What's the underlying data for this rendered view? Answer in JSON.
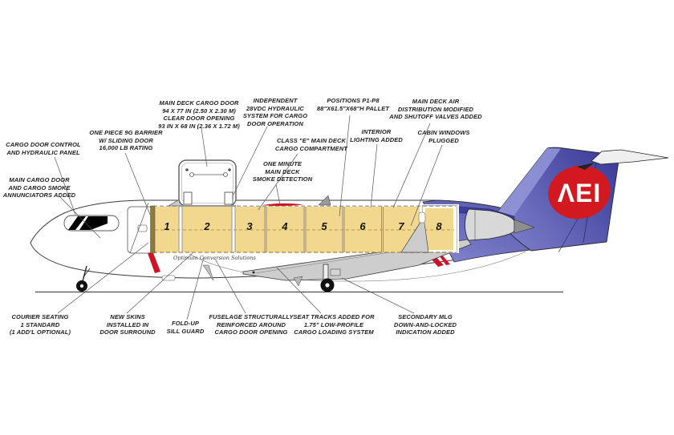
{
  "watermark": "Optimum Conversion Solutions",
  "logo": {
    "text": "ΛEI"
  },
  "positions": [
    "1",
    "2",
    "3",
    "4",
    "5",
    "6",
    "7",
    "8"
  ],
  "callouts": {
    "cargo_door_control": "CARGO DOOR CONTROL\nAND HYDRAULIC PANEL",
    "cargo_smoke_annunciators": "MAIN CARGO DOOR\nAND CARGO SMOKE\nANNUNCIATORS ADDED",
    "nine_g_barrier": "ONE PIECE 9G BARRIER\nW/ SLIDING DOOR\n16,000 LB RATING",
    "main_deck_cargo_door": "MAIN DECK CARGO DOOR\n94 X 77 IN (2.50 X 2.30 M)\nCLEAR DOOR OPENING\n93 IN X 68 IN (2.36 X 1.72 M)",
    "independent_hydraulic": "INDEPENDENT\n28VDC HYDRAULIC\nSYSTEM FOR CARGO\nDOOR OPERATION",
    "class_e_compartment": "CLASS \"E\" MAIN DECK\nCARGO COMPARTMENT",
    "one_minute_smoke": "ONE MINUTE\nMAIN DECK\nSMOKE DETECTION",
    "positions_pallet": "POSITIONS P1-P8\n88\"X61.5\"X68\"H PALLET",
    "interior_lighting": "INTERIOR\nLIGHTING ADDED",
    "air_distribution": "MAIN DECK AIR\nDISTRIBUTION MODIFIED\nAND SHUTOFF VALVES ADDED",
    "cabin_windows": "CABIN WINDOWS\nPLUGGED",
    "courier_seating": "COURIER SEATING\n1 STANDARD\n(1 ADD'L OPTIONAL)",
    "new_skins": "NEW SKINS\nINSTALLED IN\nDOOR SURROUND",
    "sill_guard": "FOLD-UP\nSILL GUARD",
    "fuselage_reinforced": "FUSELAGE STRUCTURALLY\nREINFORCED AROUND\nCARGO DOOR OPENING",
    "seat_tracks": "SEAT TRACKS ADDED FOR\n1.75\" LOW-PROFILE\nCARGO LOADING SYSTEM",
    "secondary_mlg": "SECONDARY MLG\nDOWN-AND-LOCKED\nINDICATION ADDED"
  },
  "colors": {
    "cargo_fill": "#F2D78E",
    "barrier": "#8F7B32",
    "stripe_red": "#CE1126",
    "logo_red": "#D31920",
    "tail_blue": "#4B4DAB",
    "tail_blue_light": "#9496D8",
    "tail_blue_dark": "#3C3E99",
    "rear_fuselage_blue": "#5A5CAD",
    "metal_gray": "#D2D2D2"
  }
}
